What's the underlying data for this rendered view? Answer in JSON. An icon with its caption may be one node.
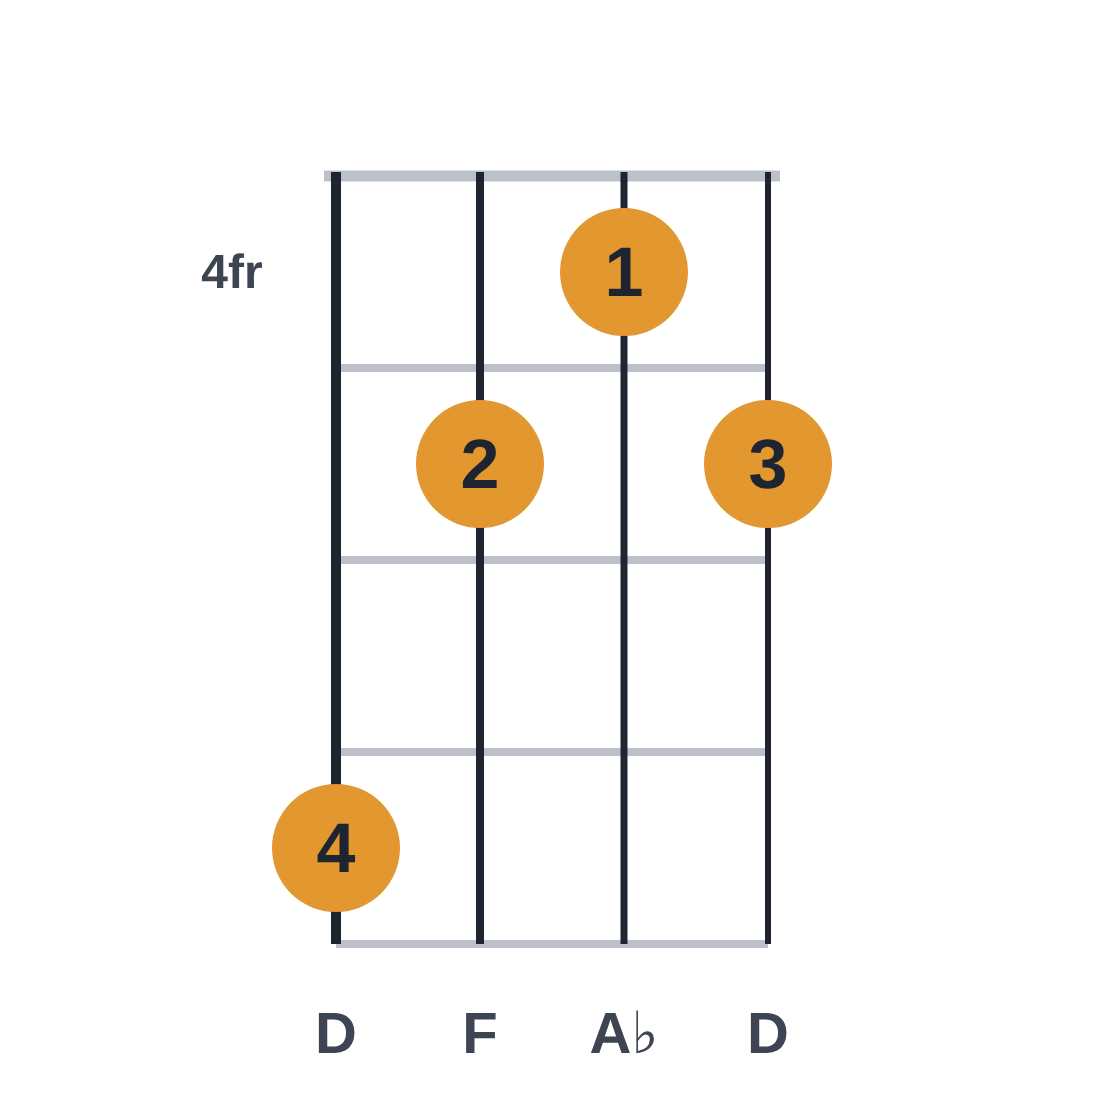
{
  "diagram": {
    "nodes": [
      {
        "text": [
          "1"
        ]
      },
      {
        "text": [
          "2"
        ]
      },
      {
        "text": [
          "3"
        ]
      },
      {
        "text": [
          "4"
        ]
      }
    ],
    "labels": [
      "4fr",
      "D",
      "F",
      "A♭",
      "D"
    ]
  }
}
